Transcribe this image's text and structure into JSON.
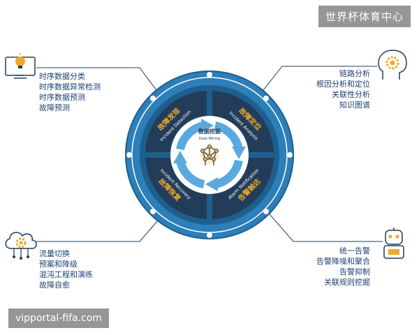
{
  "watermark_top": "世界杯体育中心",
  "watermark_bottom": "vipportal-fifa.com",
  "colors": {
    "navy": "#213d5a",
    "ring": "#2c7fb8",
    "ring_dark": "#1f5f8e",
    "arrow": "#5aa9de",
    "accent": "#f0a92a",
    "text": "#1d3f72"
  },
  "quadrants": {
    "detection": {
      "cn": "故障发现",
      "en": "Incident Detection"
    },
    "analysis": {
      "cn": "故障定位",
      "en": "Incident Analysis"
    },
    "notification": {
      "cn": "告警触达",
      "en": "Alarm Notification"
    },
    "recovery": {
      "cn": "故障恢复",
      "en": "Incident Recovery"
    }
  },
  "center": {
    "title": "数据挖掘",
    "subtitle": "Data Mining"
  },
  "lists": {
    "top_left": [
      "时序数据分类",
      "时序数据异常检测",
      "时序数据预测",
      "故障预测"
    ],
    "top_right": [
      "链路分析",
      "根因分析和定位",
      "关联性分析",
      "知识图谱"
    ],
    "bottom_left": [
      "流量切换",
      "预案和降级",
      "混沌工程和演练",
      "故障自愈"
    ],
    "bottom_right": [
      "统一告警",
      "告警降噪和聚合",
      "告警抑制",
      "关联规则挖掘"
    ]
  },
  "icons": {
    "top_left": "computer-lightbulb-icon",
    "top_right": "head-gear-icon",
    "bottom_left": "cloud-gear-icon",
    "bottom_right": "robot-icon"
  }
}
